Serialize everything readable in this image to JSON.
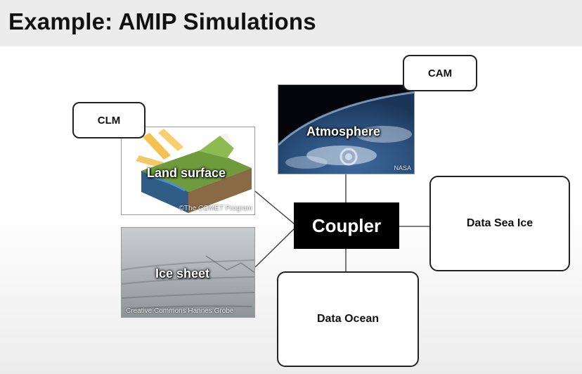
{
  "slide": {
    "title": "Example: AMIP Simulations"
  },
  "components": {
    "coupler": "Coupler",
    "atmosphere": {
      "label": "Atmosphere",
      "credit": "NASA",
      "model": "CAM"
    },
    "land": {
      "label": "Land surface",
      "credit": "©The COMET Program",
      "model": "CLM"
    },
    "ice_sheet": {
      "label": "Ice sheet",
      "credit": "Creative Commons Hannes Grobe"
    },
    "sea_ice": "Data Sea Ice",
    "ocean": "Data Ocean"
  }
}
